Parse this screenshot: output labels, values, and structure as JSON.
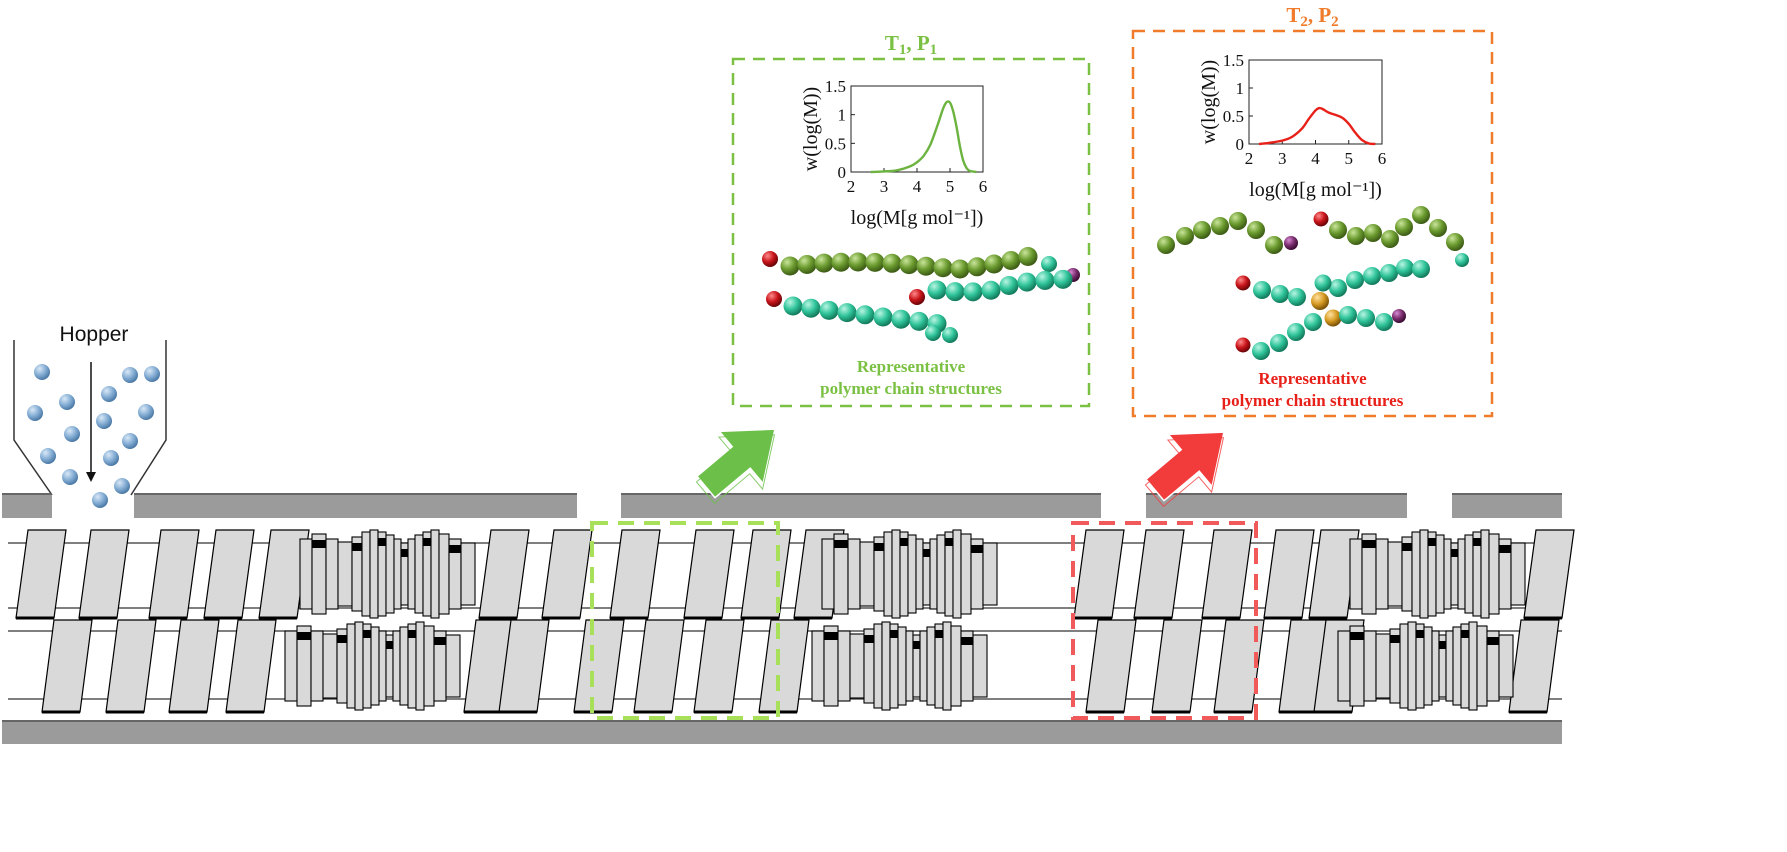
{
  "hopper": {
    "label": "Hopper"
  },
  "zones": [
    {
      "condition": {
        "T": "T",
        "T_sub": "1",
        "sep": ", ",
        "P": "P",
        "P_sub": "1"
      },
      "caption": [
        "Representative",
        "polymer chain structures"
      ],
      "color": "#7ac143",
      "zone_color": "#a8e05a",
      "arrow_color": "#6cc04a",
      "chart_data": {
        "type": "line",
        "xlabel": "log(M[g mol⁻¹])",
        "ylabel": "w(log(M))",
        "xlim": [
          2,
          6
        ],
        "ylim": [
          0,
          1.5
        ],
        "xticks": [
          "2",
          "3",
          "4",
          "5",
          "6"
        ],
        "yticks": [
          "0",
          "0.5",
          "1",
          "1.5"
        ],
        "x": [
          2.6,
          3.0,
          3.4,
          3.8,
          4.0,
          4.2,
          4.4,
          4.6,
          4.7,
          4.8,
          4.9,
          5.0,
          5.1,
          5.2,
          5.3,
          5.4,
          5.5,
          5.6,
          5.8
        ],
        "y": [
          0.0,
          0.01,
          0.03,
          0.1,
          0.17,
          0.28,
          0.47,
          0.78,
          0.95,
          1.12,
          1.22,
          1.21,
          1.05,
          0.78,
          0.45,
          0.2,
          0.07,
          0.02,
          0.0
        ],
        "line_color": "#6cb33f"
      }
    },
    {
      "condition": {
        "T": "T",
        "T_sub": "2",
        "sep": ", ",
        "P": "P",
        "P_sub": "2"
      },
      "caption": [
        "Representative",
        "polymer chain structures"
      ],
      "color": "#f07b2a",
      "zone_color": "#f05a5a",
      "arrow_color": "#f23c3c",
      "chart_data": {
        "type": "line",
        "xlabel": "log(M[g mol⁻¹])",
        "ylabel": "w(log(M))",
        "xlim": [
          2,
          6
        ],
        "ylim": [
          0,
          1.5
        ],
        "xticks": [
          "2",
          "3",
          "4",
          "5",
          "6"
        ],
        "yticks": [
          "0",
          "0.5",
          "1",
          "1.5"
        ],
        "x": [
          2.3,
          2.6,
          3.0,
          3.3,
          3.6,
          3.8,
          4.0,
          4.1,
          4.2,
          4.4,
          4.6,
          4.8,
          5.0,
          5.2,
          5.4,
          5.6,
          5.8
        ],
        "y": [
          0.0,
          0.02,
          0.06,
          0.13,
          0.28,
          0.45,
          0.6,
          0.64,
          0.63,
          0.56,
          0.52,
          0.47,
          0.36,
          0.2,
          0.07,
          0.01,
          0.0
        ],
        "line_color": "#e8201a"
      }
    }
  ],
  "colors": {
    "barrel": "#9b9b9b",
    "screw_element": "#d9d9d9",
    "screw_outline": "#000000",
    "pellet": "#7fa9d1",
    "bead_green": "#6a9a2e",
    "bead_teal": "#2fc49a",
    "bead_red": "#c8141a",
    "bead_purple": "#7a2d6e",
    "bead_orange": "#d69a22"
  }
}
